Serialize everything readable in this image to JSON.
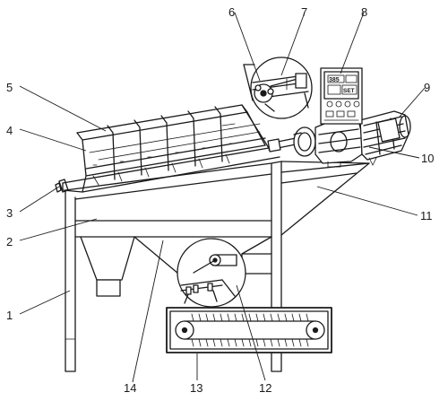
{
  "labels": {
    "l1": "1",
    "l2": "2",
    "l3": "3",
    "l4": "4",
    "l5": "5",
    "l6": "6",
    "l7": "7",
    "l8": "8",
    "l9": "9",
    "l10": "10",
    "l11": "11",
    "l12": "12",
    "l13": "13",
    "l14": "14"
  },
  "panel": {
    "line1": "385",
    "line2": "SET"
  }
}
